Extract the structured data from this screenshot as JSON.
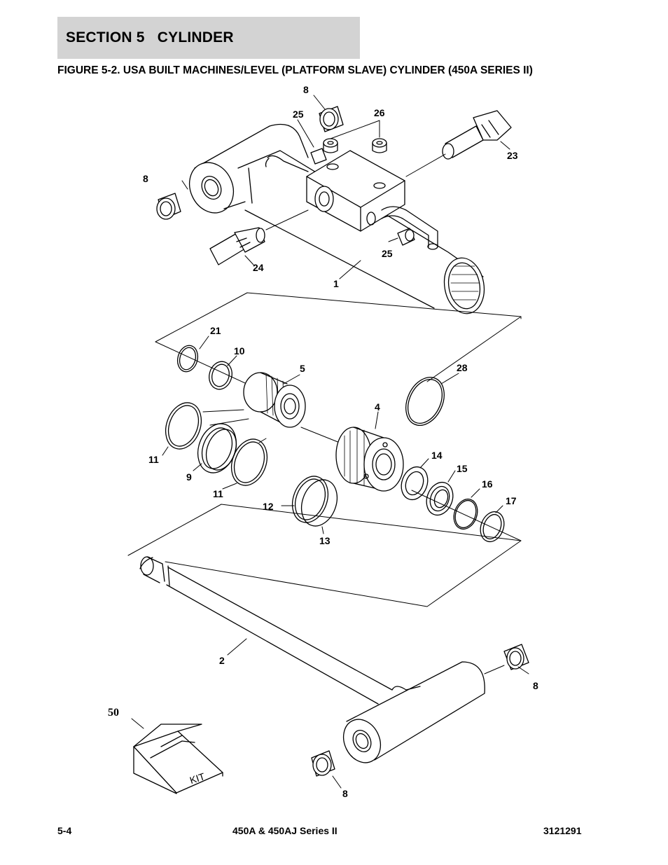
{
  "header": {
    "section_title": "SECTION 5   CYLINDER",
    "figure_title": "FIGURE 5-2.  USA BUILT MACHINES/LEVEL (PLATFORM SLAVE) CYLINDER (450A SERIES II)"
  },
  "callouts": {
    "c8_top": "8",
    "c25_top": "25",
    "c26": "26",
    "c23": "23",
    "c8_left": "8",
    "c24": "24",
    "c25_mid": "25",
    "c1": "1",
    "c21": "21",
    "c10": "10",
    "c5": "5",
    "c28": "28",
    "c4": "4",
    "c11_left": "11",
    "c9": "9",
    "c11_mid": "11",
    "c14": "14",
    "c15": "15",
    "c16": "16",
    "c17": "17",
    "c12": "12",
    "c13": "13",
    "c2": "2",
    "c8_right": "8",
    "c8_bottom": "8",
    "c50": "50"
  },
  "kit": {
    "label": "KIT"
  },
  "footer": {
    "page": "5-4",
    "model": "450A & 450AJ Series II",
    "doc_number": "3121291"
  }
}
